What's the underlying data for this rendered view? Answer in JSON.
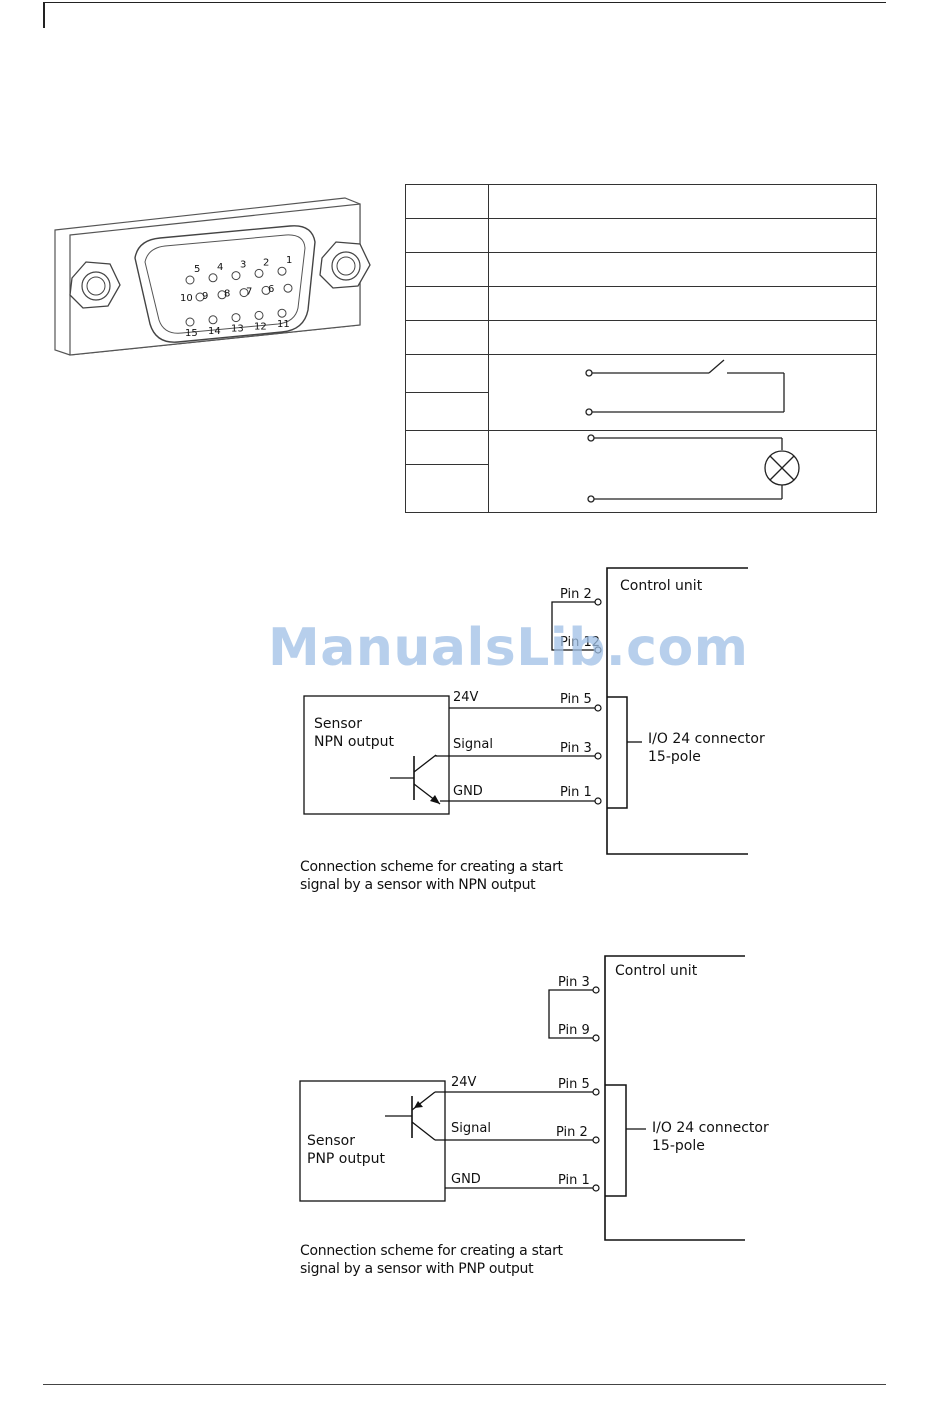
{
  "connector": {
    "pin_labels": [
      "1",
      "2",
      "3",
      "4",
      "5",
      "6",
      "7",
      "8",
      "9",
      "10",
      "11",
      "12",
      "13",
      "14",
      "15"
    ]
  },
  "pin_table": {
    "rows": [
      {
        "pin": "",
        "function": ""
      },
      {
        "pin": "",
        "function": ""
      },
      {
        "pin": "",
        "function": ""
      },
      {
        "pin": "",
        "function": ""
      },
      {
        "pin": "",
        "function": ""
      },
      {
        "pin": "",
        "function": ""
      },
      {
        "pin": "",
        "function": ""
      },
      {
        "pin": "",
        "function": ""
      },
      {
        "pin": "",
        "function": ""
      }
    ]
  },
  "npn_diagram": {
    "control_unit": "Control unit",
    "pins_bridge": [
      "Pin 2",
      "Pin 12"
    ],
    "pins_sensor": [
      "Pin 5",
      "Pin 3",
      "Pin 1"
    ],
    "wires": [
      "24V",
      "Signal",
      "GND"
    ],
    "sensor_label": [
      "Sensor",
      "NPN output"
    ],
    "connector_label": [
      "I/O 24 connector",
      "15-pole"
    ],
    "caption": [
      "Connection scheme for creating a start",
      "signal by a sensor with NPN output"
    ]
  },
  "pnp_diagram": {
    "control_unit": "Control unit",
    "pins_bridge": [
      "Pin 3",
      "Pin 9"
    ],
    "pins_sensor": [
      "Pin 5",
      "Pin 2",
      "Pin 1"
    ],
    "wires": [
      "24V",
      "Signal",
      "GND"
    ],
    "sensor_label": [
      "Sensor",
      "PNP output"
    ],
    "connector_label": [
      "I/O 24 connector",
      "15-pole"
    ],
    "caption": [
      "Connection scheme for creating a start",
      "signal by a sensor with PNP output"
    ]
  },
  "watermark": "ManualsLib.com"
}
